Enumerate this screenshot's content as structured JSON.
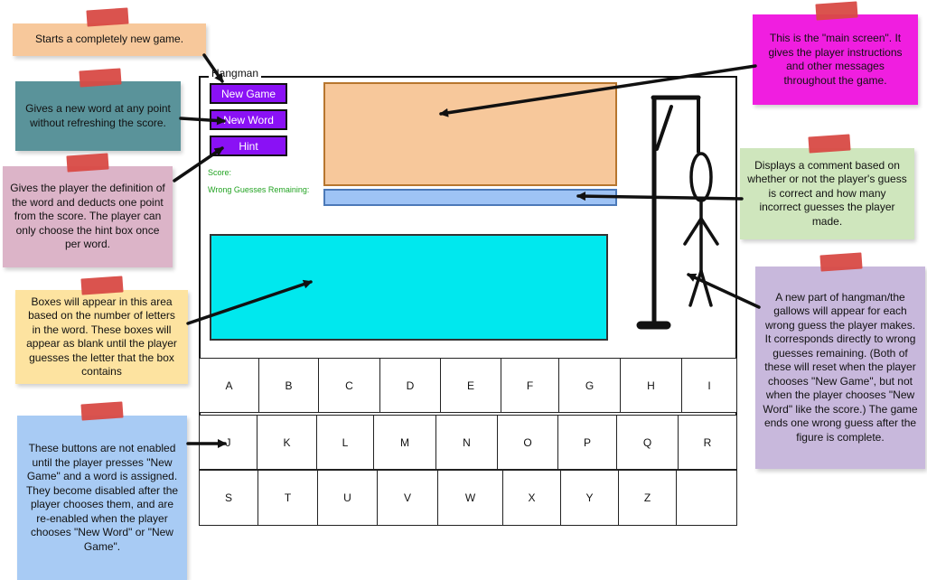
{
  "window": {
    "title": "Hangman"
  },
  "buttons": {
    "new_game": "New Game",
    "new_word": "New Word",
    "hint": "Hint"
  },
  "labels": {
    "score": "Score:",
    "wrong_guesses": "Wrong Guesses Remaining:"
  },
  "keyboard": {
    "row1": [
      "A",
      "B",
      "C",
      "D",
      "E",
      "F",
      "G",
      "H",
      "I"
    ],
    "row2": [
      "J",
      "K",
      "L",
      "M",
      "N",
      "O",
      "P",
      "Q",
      "R"
    ],
    "row3": [
      "S",
      "T",
      "U",
      "V",
      "W",
      "X",
      "Y",
      "Z",
      ""
    ]
  },
  "notes": {
    "new_game": "Starts a completely new game.",
    "new_word": "Gives a new word at any point without refreshing the score.",
    "hint": "Gives the player the definition of the word and deducts one point from the score. The player can only choose the hint box once per word.",
    "letter_boxes": "Boxes will appear in this area based on the number of letters in the word. These boxes will appear as blank until the player guesses the letter that the box contains",
    "letter_buttons": "These buttons are not enabled until the player presses \"New Game\" and a word is assigned. They become disabled after the player chooses them, and are re-enabled when the player chooses \"New Word\" or \"New Game\".",
    "main_screen": "This is the \"main screen\". It gives the player instructions and other messages throughout the game.",
    "comment_bar": "Displays a comment based on whether or not the player's guess is correct and how many incorrect guesses the player made.",
    "hangman_figure": "A new part of hangman/the gallows will appear for each wrong guess the player makes. It corresponds directly to wrong guesses remaining. (Both of these will reset when the player chooses \"New Game\", but not when the player chooses \"New Word\" like the score.) The game ends one wrong guess after the figure is complete."
  },
  "colors": {
    "button_purple": "#8a11f5",
    "main_screen": "#f7c89b",
    "comment_bar": "#9ec3f5",
    "letter_area": "#00e8ee",
    "label_green": "#22a322",
    "note_orange": "#f7c89b",
    "note_teal": "#5a939a",
    "note_pink": "#dcb4c8",
    "note_yellow": "#fde3a0",
    "note_blue": "#a8cbf4",
    "note_magenta": "#f01ee0",
    "note_green": "#cfe6bd",
    "note_lavender": "#c8b8dc",
    "tape_red": "#d84a45"
  }
}
